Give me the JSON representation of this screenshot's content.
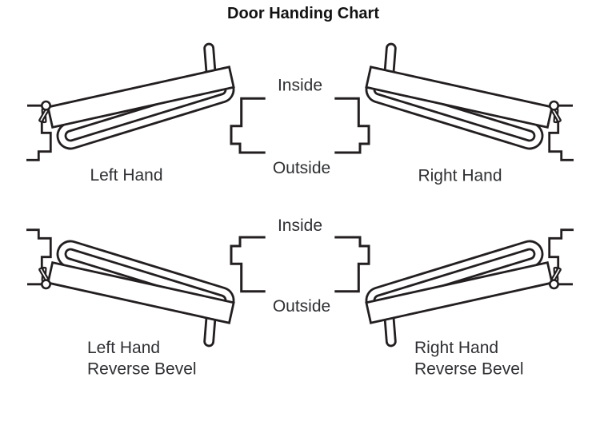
{
  "title": "Door Handing Chart",
  "colors": {
    "background": "#ffffff",
    "line": "#231f20",
    "label_text": "#2f3033",
    "title_text": "#121212"
  },
  "rows": {
    "top": {
      "inside": "Inside",
      "outside": "Outside",
      "left_label": "Left Hand",
      "right_label": "Right Hand"
    },
    "bottom": {
      "inside": "Inside",
      "outside": "Outside",
      "left_label_line1": "Left Hand",
      "left_label_line2": "Reverse Bevel",
      "right_label_line1": "Right Hand",
      "right_label_line2": "Reverse Bevel"
    }
  }
}
